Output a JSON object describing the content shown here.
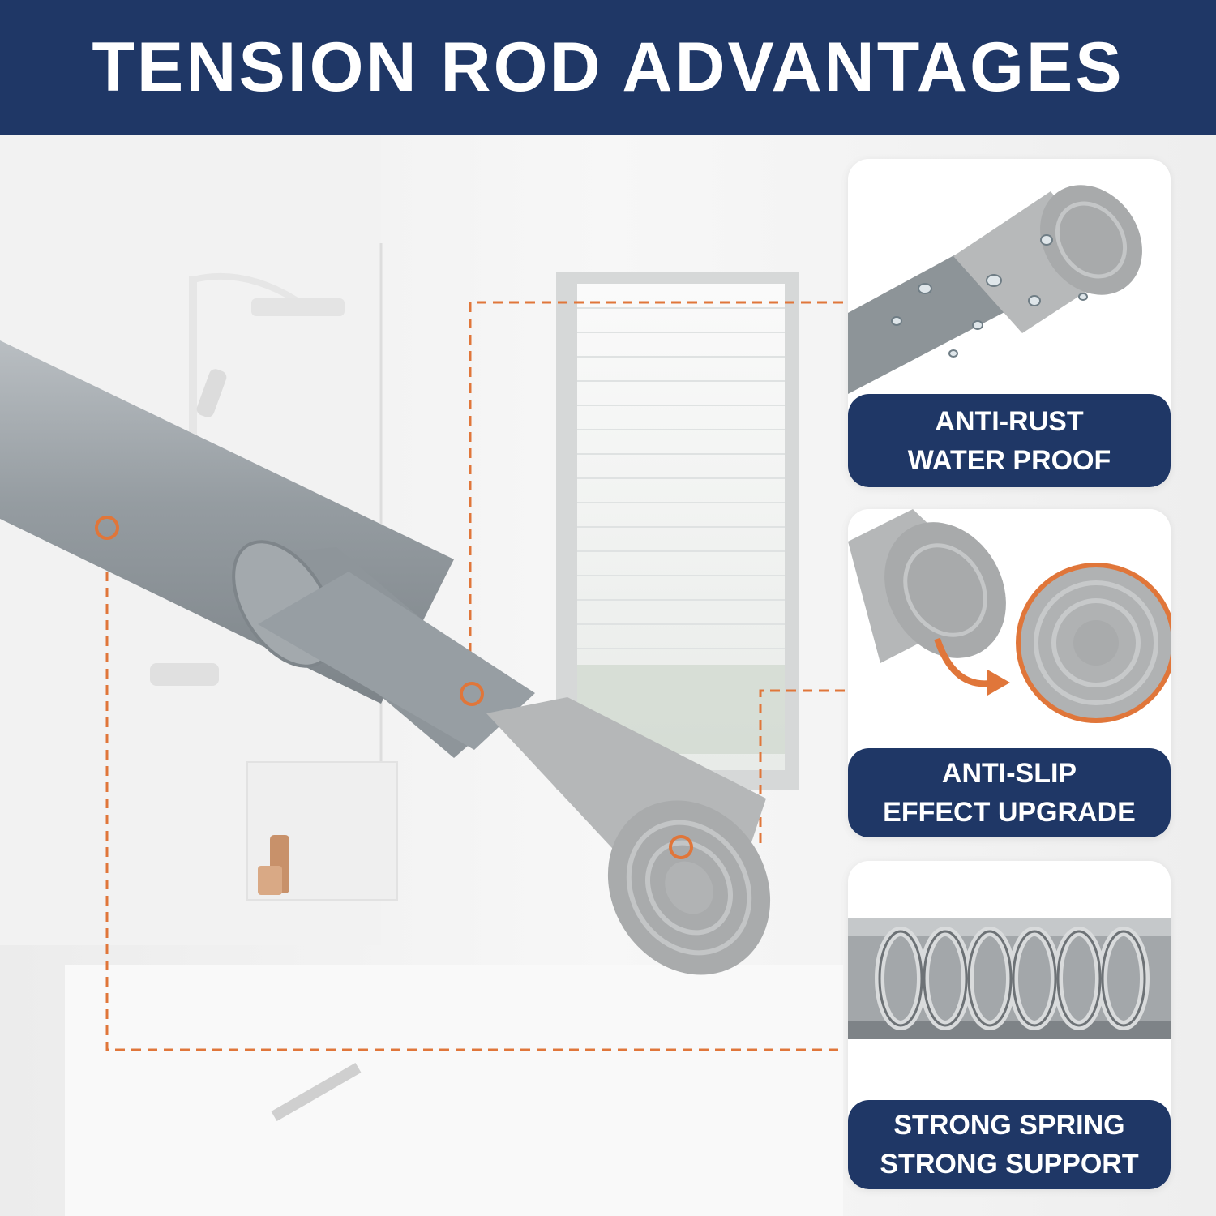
{
  "header": {
    "title": "TENSION ROD ADVANTAGES"
  },
  "colors": {
    "banner": "#1f3766",
    "accent": "#e0763a",
    "rod": "#9aa1a6",
    "cap": "#b3b5b6"
  },
  "features": [
    {
      "line1": "ANTI-RUST",
      "line2": "WATER PROOF",
      "icon": "water-droplets-icon"
    },
    {
      "line1": "ANTI-SLIP",
      "line2": "EFFECT UPGRADE",
      "icon": "rubber-cap-icon"
    },
    {
      "line1": "STRONG SPRING",
      "line2": "STRONG SUPPORT",
      "icon": "spring-icon"
    }
  ]
}
